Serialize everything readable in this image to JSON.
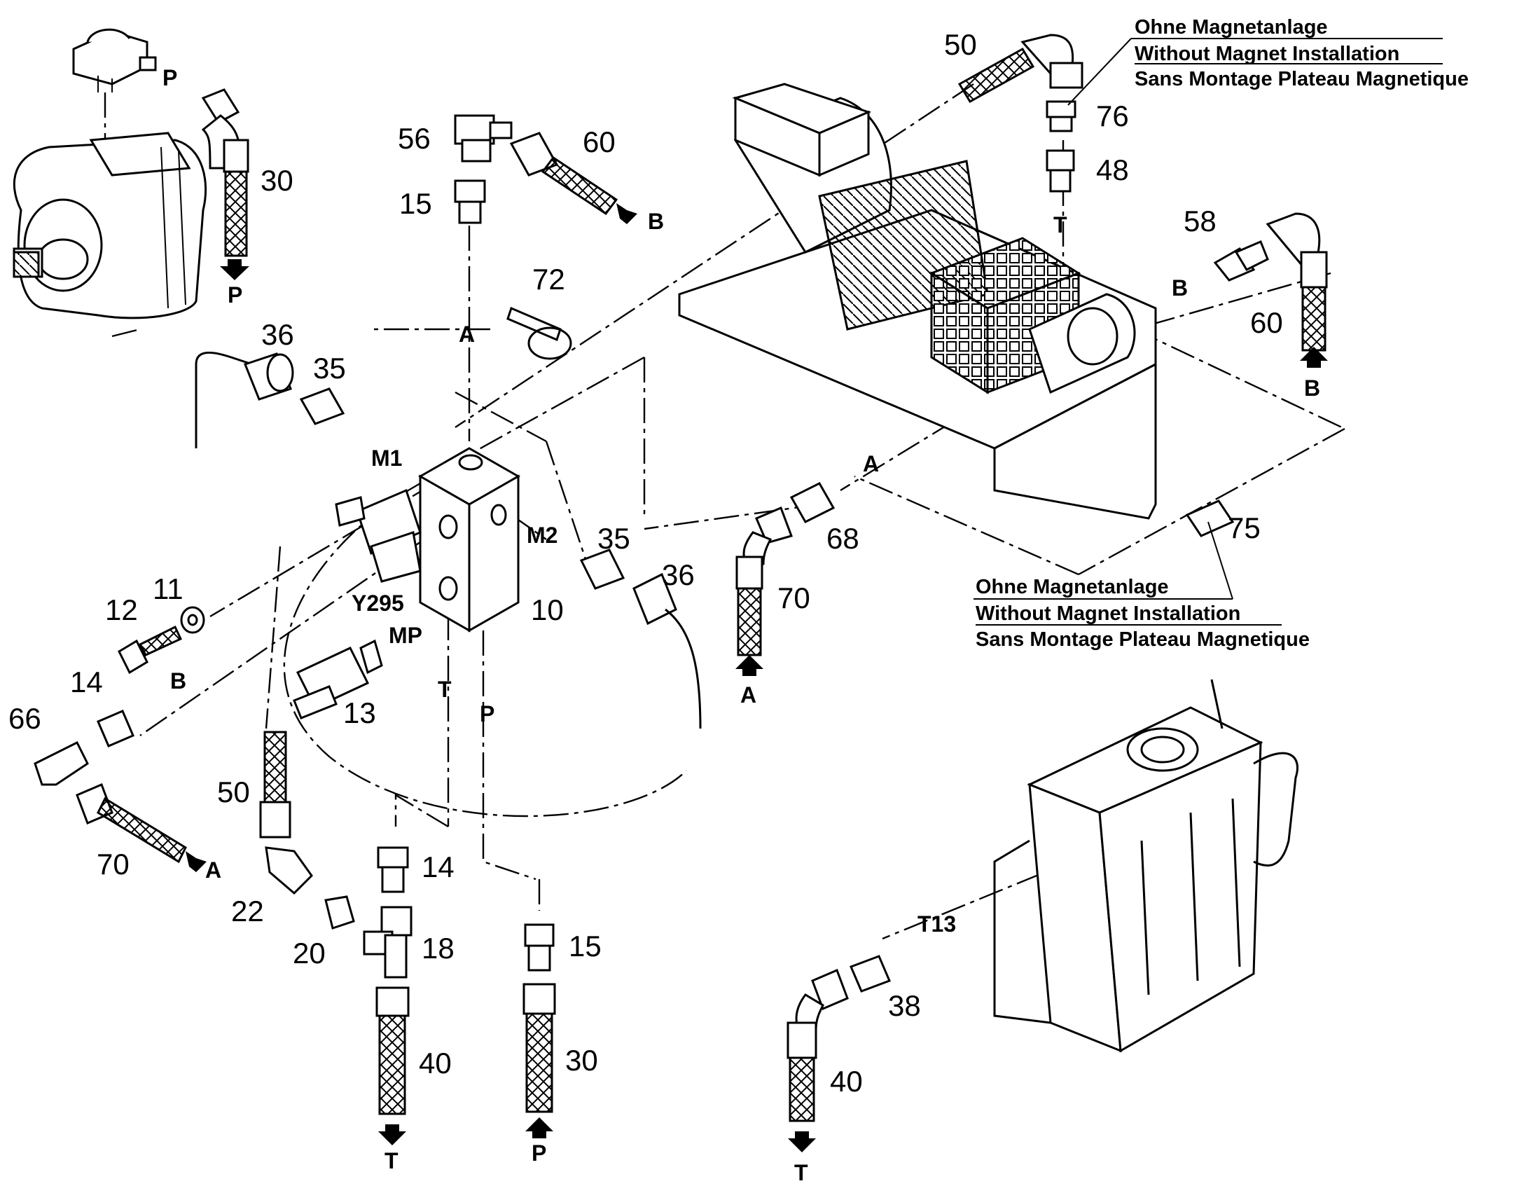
{
  "notes": {
    "top": [
      "Ohne Magnetanlage",
      "Without Magnet Installation",
      "Sans Montage Plateau Magnetique"
    ],
    "mid": [
      "Ohne Magnetanlage",
      "Without Magnet Installation",
      "Sans Montage Plateau Magnetique"
    ]
  },
  "part_numbers": {
    "n30a": "30",
    "n56": "56",
    "n60a": "60",
    "n15a": "15",
    "n72": "72",
    "n36a": "36",
    "n35a": "35",
    "n50a": "50",
    "n76": "76",
    "n48": "48",
    "n58": "58",
    "n60b": "60",
    "n35b": "35",
    "n36b": "36",
    "n68": "68",
    "n70a": "70",
    "n75": "75",
    "n11": "11",
    "n12": "12",
    "n10": "10",
    "n14a": "14",
    "n13": "13",
    "n66": "66",
    "n50b": "50",
    "n70b": "70",
    "n22": "22",
    "n20": "20",
    "n14b": "14",
    "n18": "18",
    "n15b": "15",
    "n40a": "40",
    "n30b": "30",
    "n38": "38",
    "n40b": "40"
  },
  "ports": {
    "p1": "P",
    "p2": "P",
    "b1": "B",
    "a1": "A",
    "t1": "T",
    "b2": "B",
    "b3": "B",
    "m1": "M1",
    "m2": "M2",
    "a2": "A",
    "a3": "A",
    "y295": "Y295",
    "mp": "MP",
    "b4": "B",
    "t2": "T",
    "p3": "P",
    "a4": "A",
    "t13": "T13",
    "t3": "T",
    "p4": "P",
    "t4": "T"
  }
}
